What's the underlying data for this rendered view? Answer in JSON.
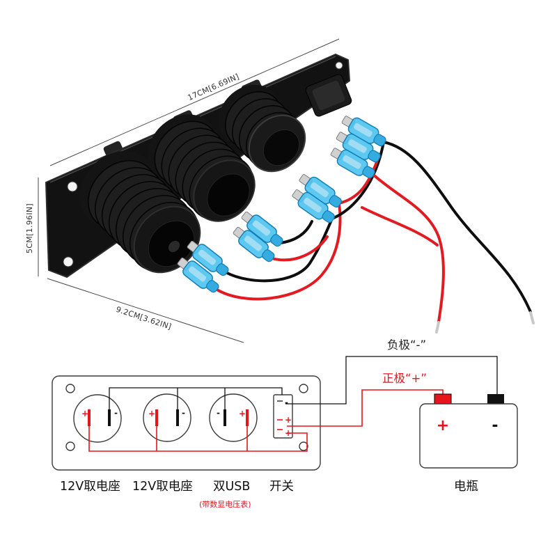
{
  "dimensions": {
    "width": "17CM[6.69IN]",
    "height": "5CM[1.96IN]",
    "depth": "9.2CM[3.62IN]"
  },
  "wiring_diagram": {
    "negative_terminal_label": "负极“-”",
    "positive_terminal_label": "正极“+”",
    "sockets": [
      {
        "label": "12V取电座",
        "left_sign": "+",
        "right_sign": "-"
      },
      {
        "label": "12V取电座",
        "left_sign": "+",
        "right_sign": "-"
      },
      {
        "label": "双USB",
        "note": "(带数显电压表)",
        "left_sign": "-",
        "right_sign": "+"
      }
    ],
    "switch": {
      "label": "开关",
      "terminal_signs": [
        "-",
        "+",
        "+"
      ]
    },
    "battery": {
      "label": "电瓶",
      "positive_sign": "+",
      "negative_sign": "-"
    }
  },
  "colors": {
    "positive_wire": "#e8141c",
    "negative_wire": "#111111",
    "connector": "#47c1ef",
    "panel": "#121212"
  }
}
